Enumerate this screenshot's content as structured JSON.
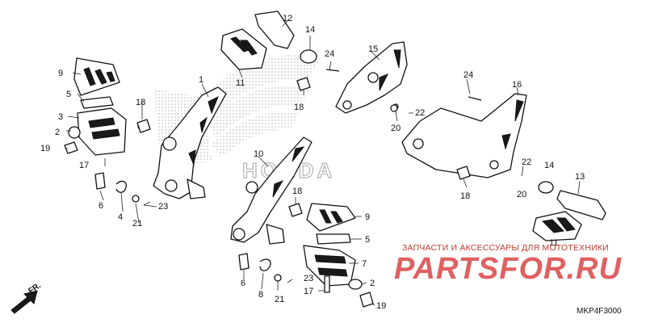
{
  "diagram": {
    "code": "MKP4F3000",
    "front_arrow_label": "FR.",
    "brand_watermark": "HONDA",
    "callouts": [
      "1",
      "2",
      "3",
      "4",
      "5",
      "6",
      "7",
      "8",
      "9",
      "10",
      "11",
      "12",
      "13",
      "14",
      "15",
      "16",
      "17",
      "18",
      "19",
      "20",
      "21",
      "22",
      "23",
      "24"
    ]
  },
  "watermark": {
    "tagline": "ЗАПЧАСТИ И АКСЕССУАРЫ ДЛЯ МОТОТЕХНИКИ",
    "logo": "PARTSFOR.RU",
    "color": "#d63434"
  }
}
